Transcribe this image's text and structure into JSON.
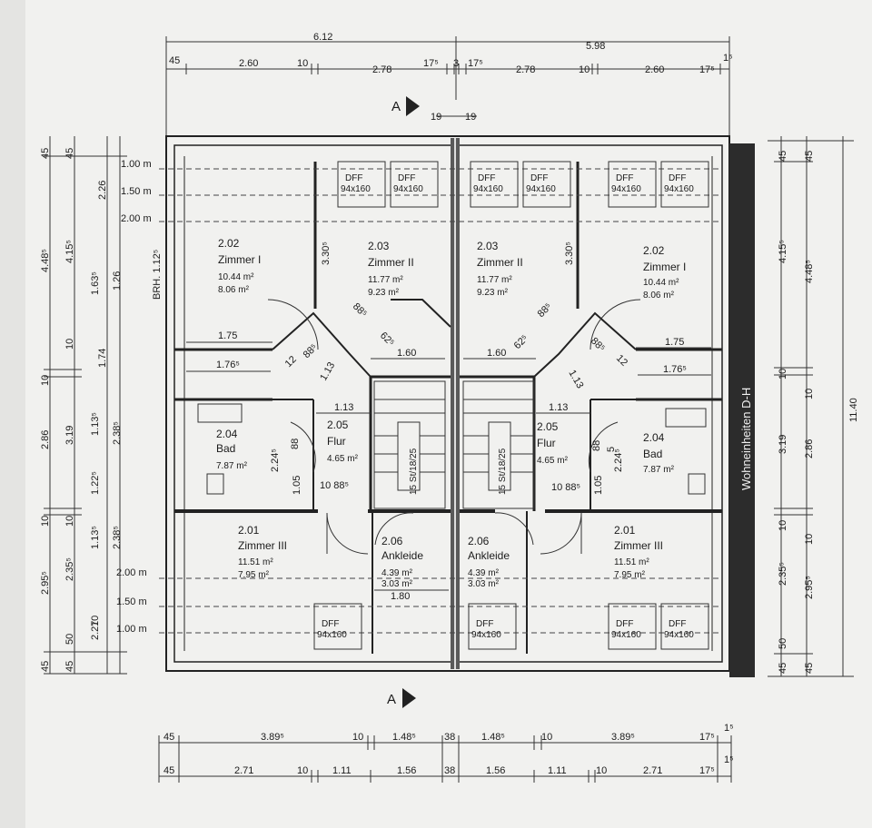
{
  "section_marker": "A",
  "vertical_label": "Wohneinheiten D-H",
  "top_dims": {
    "overall_left": "6.12",
    "overall_right": "5.98",
    "row2": [
      "45",
      "2.60",
      "10",
      "2.78",
      "17⁵",
      "3",
      "17⁵",
      "2.78",
      "10",
      "2.60",
      "17⁵",
      "1⁵"
    ],
    "wall_marks": [
      "19",
      "19"
    ]
  },
  "bottom_dims": {
    "row1": [
      "45",
      "3.89⁵",
      "10",
      "1.48⁵",
      "38",
      "1.48⁵",
      "10",
      "3.89⁵",
      "17⁵",
      "1⁵"
    ],
    "row2": [
      "45",
      "2.71",
      "10",
      "1.11",
      "1.56",
      "38",
      "1.56",
      "1.11",
      "10",
      "2.71",
      "17⁵",
      "1⁵"
    ]
  },
  "left_dims": {
    "outer": [
      "45",
      "4.48⁵",
      "10",
      "2.86",
      "10",
      "2.95⁵",
      "45"
    ],
    "middle": [
      "45",
      "4.15⁵",
      "10",
      "3.19",
      "10",
      "2.35⁵",
      "50",
      "45"
    ],
    "inner": [
      "2.26",
      "1.63⁵",
      "1.74",
      "1.13⁵",
      "1.22⁵",
      "1.13⁵",
      "10",
      "2.27"
    ],
    "innermost": [
      "1.26",
      "2.38⁵",
      "2.38⁵"
    ]
  },
  "right_dims": {
    "overall": "11.40",
    "outer": [
      "45",
      "4.48⁵",
      "10",
      "2.86",
      "10",
      "2.95⁵",
      "45"
    ],
    "middle": [
      "45",
      "4.15⁵",
      "10",
      "3.19",
      "10",
      "2.35⁵",
      "50",
      "45"
    ]
  },
  "height_lines": [
    "1.00 m",
    "1.50 m",
    "2.00 m"
  ],
  "brh": "BRH. 1.12⁵",
  "windows_label": "DFF",
  "windows_size": "94x160",
  "rooms": {
    "r202": {
      "num": "2.02",
      "name": "Zimmer I",
      "area1": "10.44 m²",
      "area2": "8.06 m²"
    },
    "r203": {
      "num": "2.03",
      "name": "Zimmer II",
      "area1": "11.77 m²",
      "area2": "9.23 m²"
    },
    "r204": {
      "num": "2.04",
      "name": "Bad",
      "area": "7.87 m²"
    },
    "r205": {
      "num": "2.05",
      "name": "Flur",
      "area": "4.65 m²"
    },
    "r201": {
      "num": "2.01",
      "name": "Zimmer III",
      "area1": "11.51 m²",
      "area2": "7.95 m²"
    },
    "r206": {
      "num": "2.06",
      "name": "Ankleide",
      "area1": "4.39 m²",
      "area2": "3.03 m²"
    }
  },
  "interior_dims": {
    "d330": "3.30⁵",
    "d175": "1.75",
    "d176": "1.76⁵",
    "d160": "1.60",
    "d113a": "1.13",
    "d113b": "1.13",
    "d625": "62⁵",
    "d885": "88⁵",
    "d12": "12",
    "d224": "2.24⁵",
    "d88": "88",
    "d105": "1.05",
    "d10885": "10 88⁵",
    "d180": "1.80",
    "d5": "5",
    "stairs": "15 St/18/25"
  }
}
